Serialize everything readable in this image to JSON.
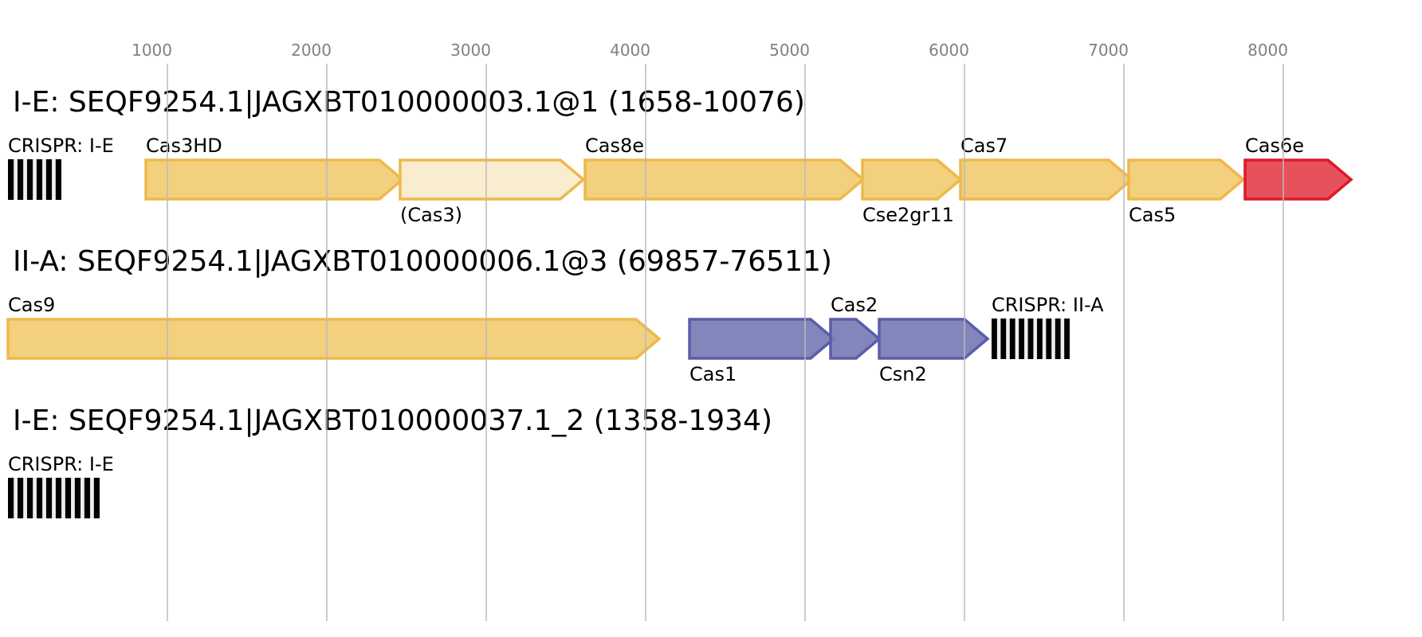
{
  "axis": {
    "unit": "bp",
    "ticks": [
      1000,
      2000,
      3000,
      4000,
      5000,
      6000,
      7000,
      8000
    ],
    "tick_labels": [
      "1000",
      "2000",
      "3000",
      "4000",
      "5000",
      "6000",
      "7000",
      "8000"
    ]
  },
  "colors": {
    "gene_default_fill": "#F1CC73",
    "gene_default_stroke": "#EDB94A",
    "gene_partial_fill": "#FAEBCB",
    "gene_adaptation_fill": "#7A7DB6",
    "gene_adaptation_stroke": "#5A5DA8",
    "gene_cas6_fill": "#E5444F",
    "gene_cas6_stroke": "#DC1A2A",
    "crispr_repeat": "#000000",
    "crispr_spacer": "#EEEEEE",
    "gridline": "#BBBBBB",
    "tick_text": "#808080"
  },
  "loci": [
    {
      "title": "I-E: SEQF9254.1|JAGXBT010000003.1@1 (1658-10076)",
      "elements": [
        {
          "kind": "crispr",
          "label": "CRISPR: I-E",
          "start": 0,
          "end": 335,
          "repeats": 6,
          "label_pos": "above"
        },
        {
          "kind": "gene",
          "label": "Cas3HD",
          "start": 865,
          "end": 2475,
          "style": "default",
          "label_pos": "above"
        },
        {
          "kind": "gene",
          "label": "(Cas3)",
          "start": 2460,
          "end": 3610,
          "style": "partial",
          "label_pos": "below"
        },
        {
          "kind": "gene",
          "label": "Cas8e",
          "start": 3620,
          "end": 5365,
          "style": "default",
          "label_pos": "above"
        },
        {
          "kind": "gene",
          "label": "Cse2gr11",
          "start": 5360,
          "end": 5975,
          "style": "default",
          "label_pos": "below"
        },
        {
          "kind": "gene",
          "label": "Cas7",
          "start": 5975,
          "end": 7050,
          "style": "default",
          "label_pos": "above"
        },
        {
          "kind": "gene",
          "label": "Cas5",
          "start": 7030,
          "end": 7750,
          "style": "default",
          "label_pos": "below"
        },
        {
          "kind": "gene",
          "label": "Cas6e",
          "start": 7760,
          "end": 8425,
          "style": "cas6",
          "label_pos": "above"
        }
      ]
    },
    {
      "title": "II-A: SEQF9254.1|JAGXBT010000006.1@3 (69857-76511)",
      "elements": [
        {
          "kind": "gene",
          "label": "Cas9",
          "start": 0,
          "end": 4085,
          "style": "default",
          "label_pos": "above"
        },
        {
          "kind": "gene",
          "label": "Cas1",
          "start": 4275,
          "end": 5180,
          "style": "adaptation",
          "label_pos": "below"
        },
        {
          "kind": "gene",
          "label": "Cas2",
          "start": 5160,
          "end": 5465,
          "style": "adaptation",
          "label_pos": "above"
        },
        {
          "kind": "gene",
          "label": "Csn2",
          "start": 5465,
          "end": 6145,
          "style": "adaptation",
          "label_pos": "below"
        },
        {
          "kind": "crispr",
          "label": "CRISPR: II-A",
          "start": 6170,
          "end": 6660,
          "repeats": 9,
          "label_pos": "above"
        }
      ]
    },
    {
      "title": "I-E: SEQF9254.1|JAGXBT010000037.1_2 (1358-1934)",
      "elements": [
        {
          "kind": "crispr",
          "label": "CRISPR: I-E",
          "start": 0,
          "end": 575,
          "repeats": 10,
          "label_pos": "above"
        }
      ]
    }
  ]
}
